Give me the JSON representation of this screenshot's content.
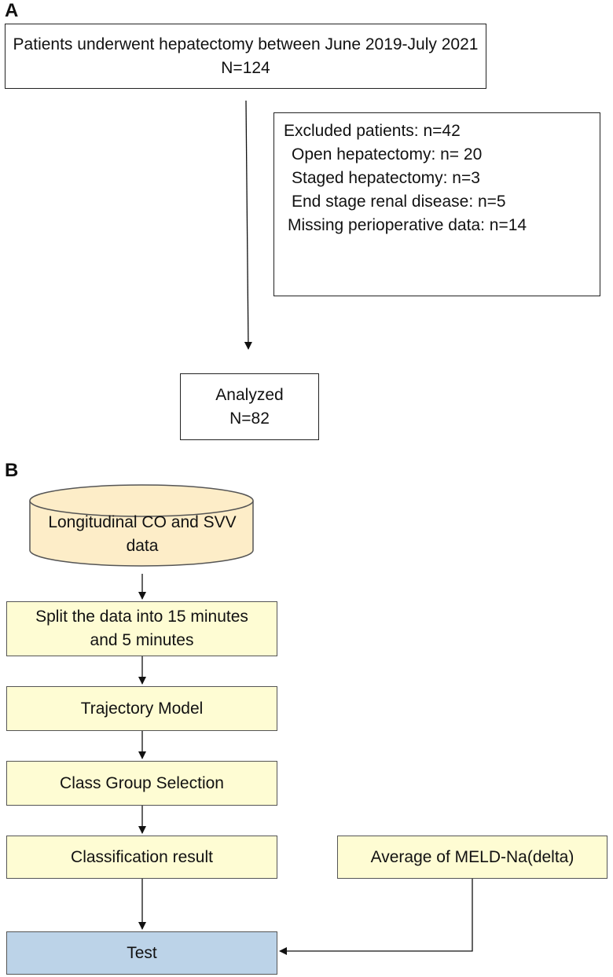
{
  "panel_a": {
    "label": "A",
    "top_box": {
      "line1": "Patients underwent hepatectomy between June 2019-July 2021",
      "line2": "N=124"
    },
    "excluded": {
      "title": "Excluded patients: n=42",
      "items": [
        "Open hepatectomy: n= 20",
        "Staged hepatectomy: n=3",
        "End stage renal disease: n=5",
        "Missing perioperative data: n=14"
      ]
    },
    "analyzed": {
      "line1": "Analyzed",
      "line2": "N=82"
    }
  },
  "panel_b": {
    "label": "B",
    "data_store": {
      "line1": "Longitudinal CO and SVV",
      "line2": "data"
    },
    "split": {
      "line1": "Split the data into 15 minutes",
      "line2": "and 5 minutes"
    },
    "trajectory": "Trajectory Model",
    "class_group": "Class Group Selection",
    "classification": "Classification result",
    "meld": "Average of MELD-Na(delta)",
    "test": "Test"
  },
  "colors": {
    "process_fill": "#fefcd3",
    "data_fill": "#fdedc8",
    "test_fill": "#bcd3e8"
  }
}
